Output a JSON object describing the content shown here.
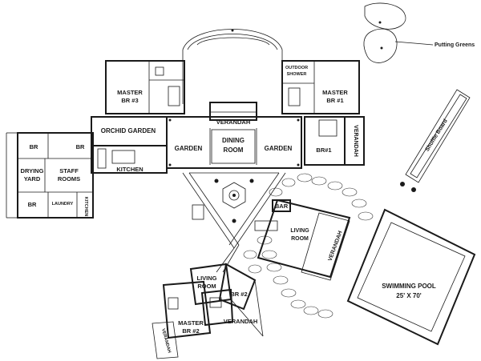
{
  "rooms": {
    "putting_greens": "Putting Greens",
    "outdoor_shower_1": "OUTDOOR",
    "outdoor_shower_2": "SHOWER",
    "master_br3_1": "MASTER",
    "master_br3_2": "BR #3",
    "master_br1_1": "MASTER",
    "master_br1_2": "BR #1",
    "verandah_top": "VERANDAH",
    "orchid_garden": "ORCHID GARDEN",
    "garden_left": "GARDEN",
    "dining_room_1": "DINING",
    "dining_room_2": "ROOM",
    "garden_right": "GARDEN",
    "br1_right": "BR#1",
    "verandah_right": "VERANDAH",
    "shuffle_board": "Shuffle Board",
    "br_left_a": "BR",
    "br_left_b": "BR",
    "drying_yard_1": "DRYING",
    "drying_yard_2": "YARD",
    "staff_rooms_1": "STAFF",
    "staff_rooms_2": "ROOMS",
    "kitchen": "KITCHEN",
    "br_left_c": "BR",
    "laundry": "LAUNDRY",
    "kitchen_small": "KITCHEN",
    "bar": "BAR",
    "living_room_1": "LIVING",
    "living_room_2": "ROOM",
    "verandah_living": "VERANDAH",
    "swimming_pool": "SWIMMING POOL",
    "pool_size": "25' X 70'",
    "living_room_s_1": "LIVING",
    "living_room_s_2": "ROOM",
    "br2": "BR #2",
    "master_br2_1": "MASTER",
    "master_br2_2": "BR #2",
    "verandah_lower": "VERANDAH",
    "verandah_side": "VERANDAH"
  }
}
